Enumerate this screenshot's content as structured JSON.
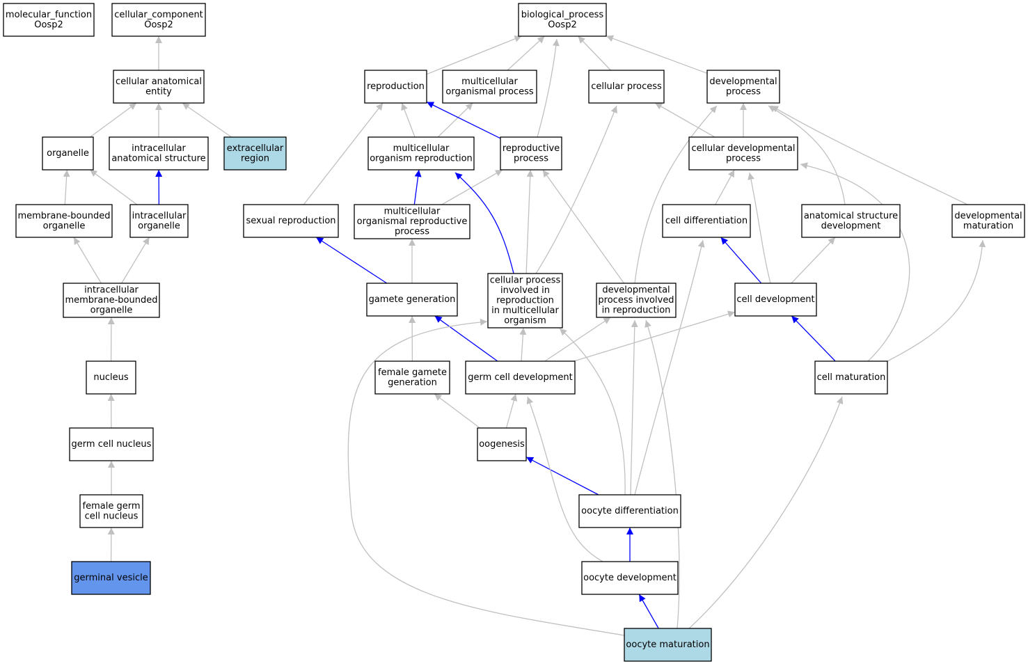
{
  "colors": {
    "normal_fill": "#ffffff",
    "highlight_fill": "#add8e6",
    "selected_fill": "#6495ed",
    "edge_gray": "#c0c0c0",
    "edge_blue": "#0000ff"
  },
  "nodes": [
    {
      "id": "molecular_function",
      "lines": [
        "molecular_function",
        "Oosp2"
      ],
      "style": "normal"
    },
    {
      "id": "cellular_component",
      "lines": [
        "cellular_component",
        "Oosp2"
      ],
      "style": "normal"
    },
    {
      "id": "biological_process",
      "lines": [
        "biological_process",
        "Oosp2"
      ],
      "style": "normal"
    },
    {
      "id": "cellular_anatomical_entity",
      "lines": [
        "cellular anatomical",
        "entity"
      ],
      "style": "normal"
    },
    {
      "id": "reproduction",
      "lines": [
        "reproduction"
      ],
      "style": "normal"
    },
    {
      "id": "multicellular_organismal_process",
      "lines": [
        "multicellular",
        "organismal process"
      ],
      "style": "normal"
    },
    {
      "id": "cellular_process",
      "lines": [
        "cellular process"
      ],
      "style": "normal"
    },
    {
      "id": "developmental_process",
      "lines": [
        "developmental",
        "process"
      ],
      "style": "normal"
    },
    {
      "id": "organelle",
      "lines": [
        "organelle"
      ],
      "style": "normal"
    },
    {
      "id": "intracellular_anatomical_structure",
      "lines": [
        "intracellular",
        "anatomical structure"
      ],
      "style": "normal"
    },
    {
      "id": "extracellular_region",
      "lines": [
        "extracellular",
        "region"
      ],
      "style": "highlight"
    },
    {
      "id": "multicellular_organism_reproduction",
      "lines": [
        "multicellular",
        "organism reproduction"
      ],
      "style": "normal"
    },
    {
      "id": "reproductive_process",
      "lines": [
        "reproductive",
        "process"
      ],
      "style": "normal"
    },
    {
      "id": "cellular_developmental_process",
      "lines": [
        "cellular developmental",
        "process"
      ],
      "style": "normal"
    },
    {
      "id": "membrane_bounded_organelle",
      "lines": [
        "membrane-bounded",
        "organelle"
      ],
      "style": "normal"
    },
    {
      "id": "intracellular_organelle",
      "lines": [
        "intracellular",
        "organelle"
      ],
      "style": "normal"
    },
    {
      "id": "sexual_reproduction",
      "lines": [
        "sexual reproduction"
      ],
      "style": "normal"
    },
    {
      "id": "multicellular_organismal_reproductive_process",
      "lines": [
        "multicellular",
        "organismal reproductive",
        "process"
      ],
      "style": "normal"
    },
    {
      "id": "cell_differentiation",
      "lines": [
        "cell differentiation"
      ],
      "style": "normal"
    },
    {
      "id": "anatomical_structure_development",
      "lines": [
        "anatomical structure",
        "development"
      ],
      "style": "normal"
    },
    {
      "id": "developmental_maturation",
      "lines": [
        "developmental",
        "maturation"
      ],
      "style": "normal"
    },
    {
      "id": "intracellular_membrane_bounded_organelle",
      "lines": [
        "intracellular",
        "membrane-bounded",
        "organelle"
      ],
      "style": "normal"
    },
    {
      "id": "gamete_generation",
      "lines": [
        "gamete generation"
      ],
      "style": "normal"
    },
    {
      "id": "cellular_process_involved_in_reproduction",
      "lines": [
        "cellular process",
        "involved in",
        "reproduction",
        "in multicellular",
        "organism"
      ],
      "style": "normal"
    },
    {
      "id": "developmental_process_involved_in_reproduction",
      "lines": [
        "developmental",
        "process involved",
        "in reproduction"
      ],
      "style": "normal"
    },
    {
      "id": "cell_development",
      "lines": [
        "cell development"
      ],
      "style": "normal"
    },
    {
      "id": "nucleus",
      "lines": [
        "nucleus"
      ],
      "style": "normal"
    },
    {
      "id": "female_gamete_generation",
      "lines": [
        "female gamete",
        "generation"
      ],
      "style": "normal"
    },
    {
      "id": "germ_cell_development",
      "lines": [
        "germ cell development"
      ],
      "style": "normal"
    },
    {
      "id": "cell_maturation",
      "lines": [
        "cell maturation"
      ],
      "style": "normal"
    },
    {
      "id": "germ_cell_nucleus",
      "lines": [
        "germ cell nucleus"
      ],
      "style": "normal"
    },
    {
      "id": "oogenesis",
      "lines": [
        "oogenesis"
      ],
      "style": "normal"
    },
    {
      "id": "female_germ_cell_nucleus",
      "lines": [
        "female germ",
        "cell nucleus"
      ],
      "style": "normal"
    },
    {
      "id": "oocyte_differentiation",
      "lines": [
        "oocyte differentiation"
      ],
      "style": "normal"
    },
    {
      "id": "germinal_vesicle",
      "lines": [
        "germinal vesicle"
      ],
      "style": "selected"
    },
    {
      "id": "oocyte_development",
      "lines": [
        "oocyte development"
      ],
      "style": "normal"
    },
    {
      "id": "oocyte_maturation",
      "lines": [
        "oocyte maturation"
      ],
      "style": "highlight"
    }
  ],
  "edges": [
    {
      "from": "cellular_anatomical_entity",
      "to": "cellular_component",
      "color": "gray"
    },
    {
      "from": "reproduction",
      "to": "biological_process",
      "color": "gray"
    },
    {
      "from": "multicellular_organismal_process",
      "to": "biological_process",
      "color": "gray"
    },
    {
      "from": "cellular_process",
      "to": "biological_process",
      "color": "gray"
    },
    {
      "from": "developmental_process",
      "to": "biological_process",
      "color": "gray"
    },
    {
      "from": "reproductive_process",
      "to": "biological_process",
      "color": "gray"
    },
    {
      "from": "organelle",
      "to": "cellular_anatomical_entity",
      "color": "gray"
    },
    {
      "from": "intracellular_anatomical_structure",
      "to": "cellular_anatomical_entity",
      "color": "gray"
    },
    {
      "from": "extracellular_region",
      "to": "cellular_anatomical_entity",
      "color": "gray"
    },
    {
      "from": "multicellular_organism_reproduction",
      "to": "reproduction",
      "color": "gray"
    },
    {
      "from": "multicellular_organism_reproduction",
      "to": "multicellular_organismal_process",
      "color": "gray"
    },
    {
      "from": "reproductive_process",
      "to": "reproduction",
      "color": "blue"
    },
    {
      "from": "cellular_developmental_process",
      "to": "cellular_process",
      "color": "gray"
    },
    {
      "from": "cellular_developmental_process",
      "to": "developmental_process",
      "color": "gray"
    },
    {
      "from": "membrane_bounded_organelle",
      "to": "organelle",
      "color": "gray"
    },
    {
      "from": "intracellular_organelle",
      "to": "organelle",
      "color": "gray"
    },
    {
      "from": "intracellular_organelle",
      "to": "intracellular_anatomical_structure",
      "color": "blue"
    },
    {
      "from": "sexual_reproduction",
      "to": "reproduction",
      "color": "gray"
    },
    {
      "from": "multicellular_organismal_reproductive_process",
      "to": "multicellular_organism_reproduction",
      "color": "blue"
    },
    {
      "from": "multicellular_organismal_reproductive_process",
      "to": "reproductive_process",
      "color": "gray"
    },
    {
      "from": "cell_differentiation",
      "to": "cellular_developmental_process",
      "color": "gray"
    },
    {
      "from": "anatomical_structure_development",
      "to": "developmental_process",
      "color": "gray"
    },
    {
      "from": "developmental_maturation",
      "to": "developmental_process",
      "color": "gray"
    },
    {
      "from": "intracellular_membrane_bounded_organelle",
      "to": "membrane_bounded_organelle",
      "color": "gray"
    },
    {
      "from": "intracellular_membrane_bounded_organelle",
      "to": "intracellular_organelle",
      "color": "gray"
    },
    {
      "from": "gamete_generation",
      "to": "sexual_reproduction",
      "color": "blue"
    },
    {
      "from": "gamete_generation",
      "to": "multicellular_organismal_reproductive_process",
      "color": "gray"
    },
    {
      "from": "cellular_process_involved_in_reproduction",
      "to": "multicellular_organism_reproduction",
      "color": "blue"
    },
    {
      "from": "cellular_process_involved_in_reproduction",
      "to": "reproductive_process",
      "color": "gray"
    },
    {
      "from": "cellular_process_involved_in_reproduction",
      "to": "cellular_process",
      "color": "gray"
    },
    {
      "from": "developmental_process_involved_in_reproduction",
      "to": "reproductive_process",
      "color": "gray"
    },
    {
      "from": "developmental_process_involved_in_reproduction",
      "to": "developmental_process",
      "color": "gray"
    },
    {
      "from": "cell_development",
      "to": "cell_differentiation",
      "color": "blue"
    },
    {
      "from": "cell_development",
      "to": "anatomical_structure_development",
      "color": "gray"
    },
    {
      "from": "cell_development",
      "to": "cellular_developmental_process",
      "color": "gray"
    },
    {
      "from": "nucleus",
      "to": "intracellular_membrane_bounded_organelle",
      "color": "gray"
    },
    {
      "from": "female_gamete_generation",
      "to": "gamete_generation",
      "color": "gray"
    },
    {
      "from": "germ_cell_development",
      "to": "gamete_generation",
      "color": "blue"
    },
    {
      "from": "germ_cell_development",
      "to": "cellular_process_involved_in_reproduction",
      "color": "gray"
    },
    {
      "from": "germ_cell_development",
      "to": "developmental_process_involved_in_reproduction",
      "color": "gray"
    },
    {
      "from": "germ_cell_development",
      "to": "cell_development",
      "color": "gray"
    },
    {
      "from": "cell_maturation",
      "to": "cell_development",
      "color": "blue"
    },
    {
      "from": "cell_maturation",
      "to": "developmental_maturation",
      "color": "gray"
    },
    {
      "from": "cell_maturation",
      "to": "cellular_developmental_process",
      "color": "gray"
    },
    {
      "from": "germ_cell_nucleus",
      "to": "nucleus",
      "color": "gray"
    },
    {
      "from": "oogenesis",
      "to": "female_gamete_generation",
      "color": "gray"
    },
    {
      "from": "oogenesis",
      "to": "germ_cell_development",
      "color": "gray"
    },
    {
      "from": "female_germ_cell_nucleus",
      "to": "germ_cell_nucleus",
      "color": "gray"
    },
    {
      "from": "oocyte_differentiation",
      "to": "oogenesis",
      "color": "blue"
    },
    {
      "from": "oocyte_differentiation",
      "to": "cell_differentiation",
      "color": "gray"
    },
    {
      "from": "oocyte_differentiation",
      "to": "developmental_process_involved_in_reproduction",
      "color": "gray"
    },
    {
      "from": "oocyte_differentiation",
      "to": "cellular_process_involved_in_reproduction",
      "color": "gray"
    },
    {
      "from": "germinal_vesicle",
      "to": "female_germ_cell_nucleus",
      "color": "gray"
    },
    {
      "from": "oocyte_development",
      "to": "oocyte_differentiation",
      "color": "blue"
    },
    {
      "from": "oocyte_development",
      "to": "germ_cell_development",
      "color": "gray"
    },
    {
      "from": "oocyte_maturation",
      "to": "oocyte_development",
      "color": "blue"
    },
    {
      "from": "oocyte_maturation",
      "to": "cell_maturation",
      "color": "gray"
    },
    {
      "from": "oocyte_maturation",
      "to": "developmental_process_involved_in_reproduction",
      "color": "gray"
    },
    {
      "from": "oocyte_maturation",
      "to": "cellular_process_involved_in_reproduction",
      "color": "gray"
    }
  ]
}
